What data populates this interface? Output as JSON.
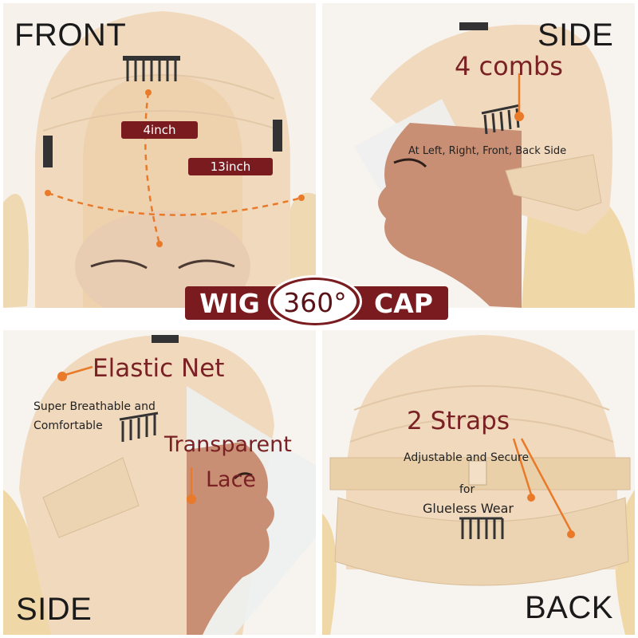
{
  "labels": {
    "front": "FRONT",
    "side_top": "SIDE",
    "side_bottom": "SIDE",
    "back": "BACK"
  },
  "front_panel": {
    "measure_1": "4inch",
    "measure_2": "13inch"
  },
  "side_panel": {
    "combs_title": "4 combs",
    "combs_desc": "At Left, Right, Front, Back Side"
  },
  "badge": {
    "left": "WIG",
    "center": "360°",
    "right": "CAP"
  },
  "side_bottom_panel": {
    "elastic_title": "Elastic Net",
    "elastic_desc_1": "Super Breathable and",
    "elastic_desc_2": "Comfortable",
    "lace_title_1": "Transparent",
    "lace_title_2": "Lace"
  },
  "back_panel": {
    "straps_title": "2 Straps",
    "straps_desc_1": "Adjustable and Secure",
    "straps_desc_2": "for",
    "straps_desc_3": "Glueless Wear"
  },
  "colors": {
    "brand_red": "#7a1b1f",
    "text_red": "#7a2124",
    "annotation_orange": "#e87a2a",
    "cap_beige": "#f1d9bd",
    "hair_blonde": "#f0d7a8"
  }
}
